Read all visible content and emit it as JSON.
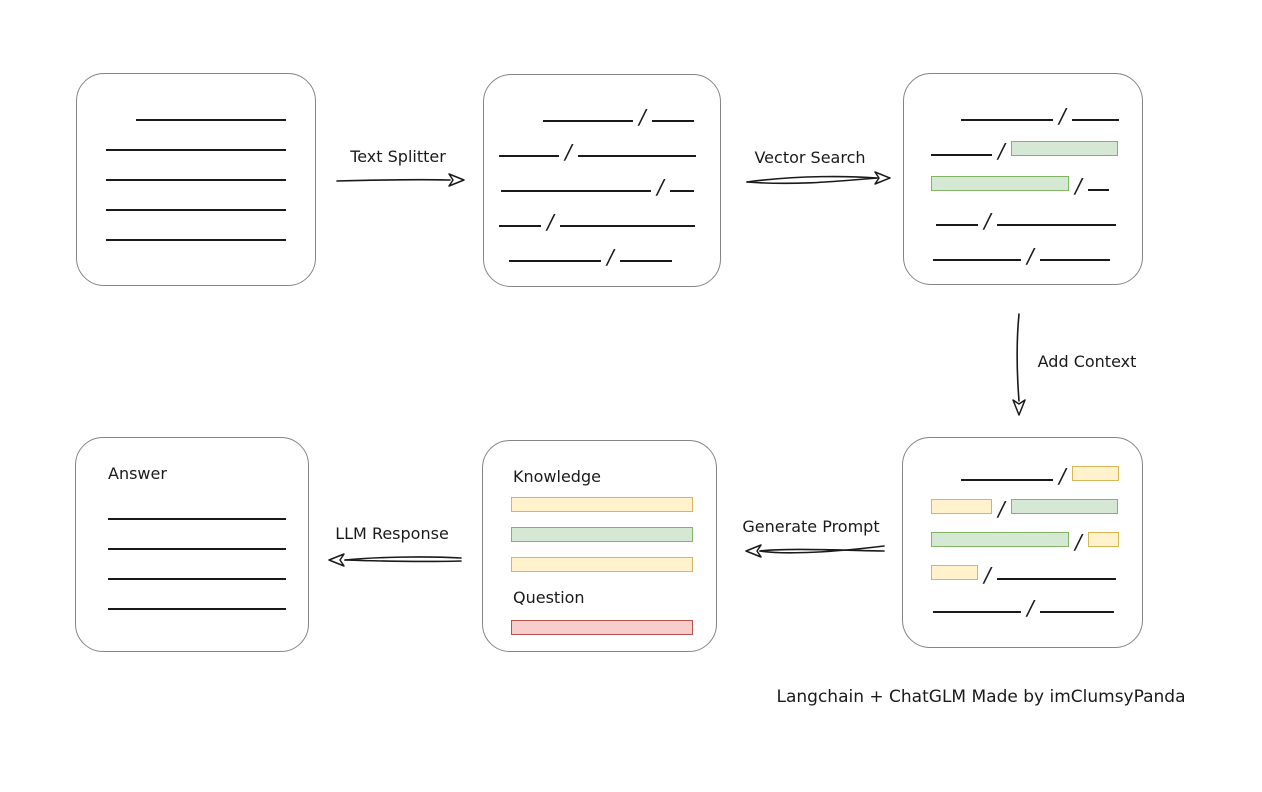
{
  "footer": {
    "credit": "Langchain + ChatGLM Made by imClumsyPanda"
  },
  "colors": {
    "green_fill": "#d5e8d4",
    "green_border": "#82b366",
    "yellow_fill": "#fff2cc",
    "yellow_border": "#d6b656",
    "red_fill": "#f8cecc",
    "red_border": "#b85450",
    "box_border": "#858585",
    "line": "#1a1a1a"
  },
  "arrows": {
    "text_splitter": {
      "label": "Text Splitter"
    },
    "vector_search": {
      "label": "Vector Search"
    },
    "add_context": {
      "label": "Add Context"
    },
    "generate_prompt": {
      "label": "Generate Prompt"
    },
    "llm_response": {
      "label": "LLM Response"
    }
  },
  "boxes": {
    "document": {
      "lines": [
        {
          "w": 150,
          "indent": 59
        },
        {
          "w": 180,
          "indent": 29
        },
        {
          "w": 180,
          "indent": 29
        },
        {
          "w": 180,
          "indent": 29
        },
        {
          "w": 180,
          "indent": 29
        }
      ]
    },
    "split_chunks": {
      "rows": [
        [
          {
            "t": "space",
            "w": 59
          },
          {
            "t": "line",
            "w": 90
          },
          {
            "t": "slash"
          },
          {
            "t": "line",
            "w": 42
          }
        ],
        [
          {
            "t": "space",
            "w": 15
          },
          {
            "t": "line",
            "w": 60
          },
          {
            "t": "slash"
          },
          {
            "t": "line",
            "w": 118
          }
        ],
        [
          {
            "t": "space",
            "w": 17
          },
          {
            "t": "line",
            "w": 150
          },
          {
            "t": "slash"
          },
          {
            "t": "line",
            "w": 24
          }
        ],
        [
          {
            "t": "space",
            "w": 15
          },
          {
            "t": "line",
            "w": 42
          },
          {
            "t": "slash"
          },
          {
            "t": "line",
            "w": 135
          }
        ],
        [
          {
            "t": "space",
            "w": 25
          },
          {
            "t": "line",
            "w": 92
          },
          {
            "t": "slash"
          },
          {
            "t": "line",
            "w": 52
          }
        ]
      ]
    },
    "matched_chunks": {
      "rows": [
        [
          {
            "t": "space",
            "w": 57
          },
          {
            "t": "line",
            "w": 92
          },
          {
            "t": "slash"
          },
          {
            "t": "line",
            "w": 47
          }
        ],
        [
          {
            "t": "space",
            "w": 27
          },
          {
            "t": "line",
            "w": 61
          },
          {
            "t": "slash"
          },
          {
            "t": "green",
            "w": 107
          }
        ],
        [
          {
            "t": "space",
            "w": 27
          },
          {
            "t": "green",
            "w": 138
          },
          {
            "t": "slash"
          },
          {
            "t": "line",
            "w": 21
          }
        ],
        [
          {
            "t": "space",
            "w": 32
          },
          {
            "t": "line",
            "w": 42
          },
          {
            "t": "slash"
          },
          {
            "t": "line",
            "w": 119
          }
        ],
        [
          {
            "t": "space",
            "w": 29
          },
          {
            "t": "line",
            "w": 88
          },
          {
            "t": "slash"
          },
          {
            "t": "line",
            "w": 70
          }
        ]
      ]
    },
    "context_chunks": {
      "rows": [
        [
          {
            "t": "space",
            "w": 58
          },
          {
            "t": "line",
            "w": 92
          },
          {
            "t": "slash"
          },
          {
            "t": "yellow",
            "w": 47
          }
        ],
        [
          {
            "t": "space",
            "w": 28
          },
          {
            "t": "yellow",
            "w": 61
          },
          {
            "t": "slash"
          },
          {
            "t": "green",
            "w": 107
          }
        ],
        [
          {
            "t": "space",
            "w": 28
          },
          {
            "t": "green",
            "w": 138
          },
          {
            "t": "slash"
          },
          {
            "t": "yellow",
            "w": 31
          }
        ],
        [
          {
            "t": "space",
            "w": 28
          },
          {
            "t": "yellow",
            "w": 47
          },
          {
            "t": "slash"
          },
          {
            "t": "line",
            "w": 119
          }
        ],
        [
          {
            "t": "space",
            "w": 30
          },
          {
            "t": "line",
            "w": 88
          },
          {
            "t": "slash"
          },
          {
            "t": "line",
            "w": 74
          }
        ]
      ]
    },
    "prompt": {
      "knowledge_label": "Knowledge",
      "question_label": "Question",
      "knowledge_bars": [
        [
          {
            "t": "yellow",
            "w": 182
          }
        ],
        [
          {
            "t": "green",
            "w": 182
          }
        ],
        [
          {
            "t": "yellow",
            "w": 182
          }
        ]
      ],
      "question_bars": [
        [
          {
            "t": "red",
            "w": 182
          }
        ]
      ]
    },
    "answer": {
      "label": "Answer",
      "lines": [
        {
          "w": 178,
          "indent": 32
        },
        {
          "w": 178,
          "indent": 32
        },
        {
          "w": 178,
          "indent": 32
        },
        {
          "w": 178,
          "indent": 32
        }
      ]
    }
  }
}
